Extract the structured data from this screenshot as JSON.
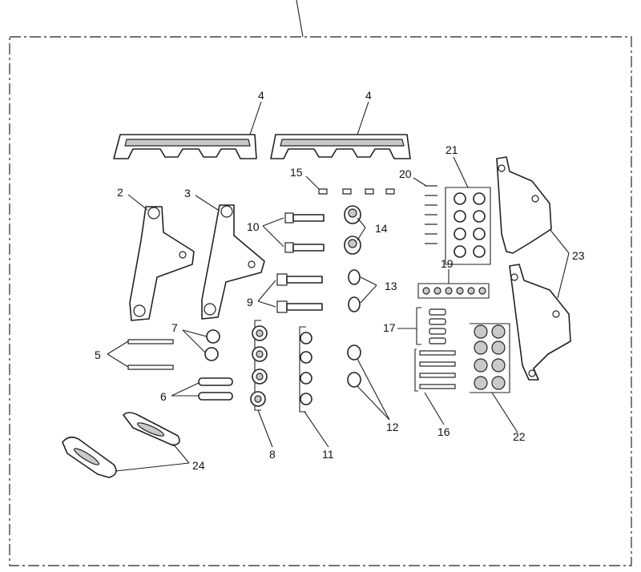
{
  "callouts": {
    "c2": "2",
    "c3": "3",
    "c4a": "4",
    "c4b": "4",
    "c5": "5",
    "c6": "6",
    "c7": "7",
    "c8": "8",
    "c9": "9",
    "c10": "10",
    "c11": "11",
    "c12": "12",
    "c13": "13",
    "c14": "14",
    "c15": "15",
    "c16": "16",
    "c17": "17",
    "c19": "19",
    "c20": "20",
    "c21": "21",
    "c22": "22",
    "c23": "23",
    "c24": "24"
  }
}
